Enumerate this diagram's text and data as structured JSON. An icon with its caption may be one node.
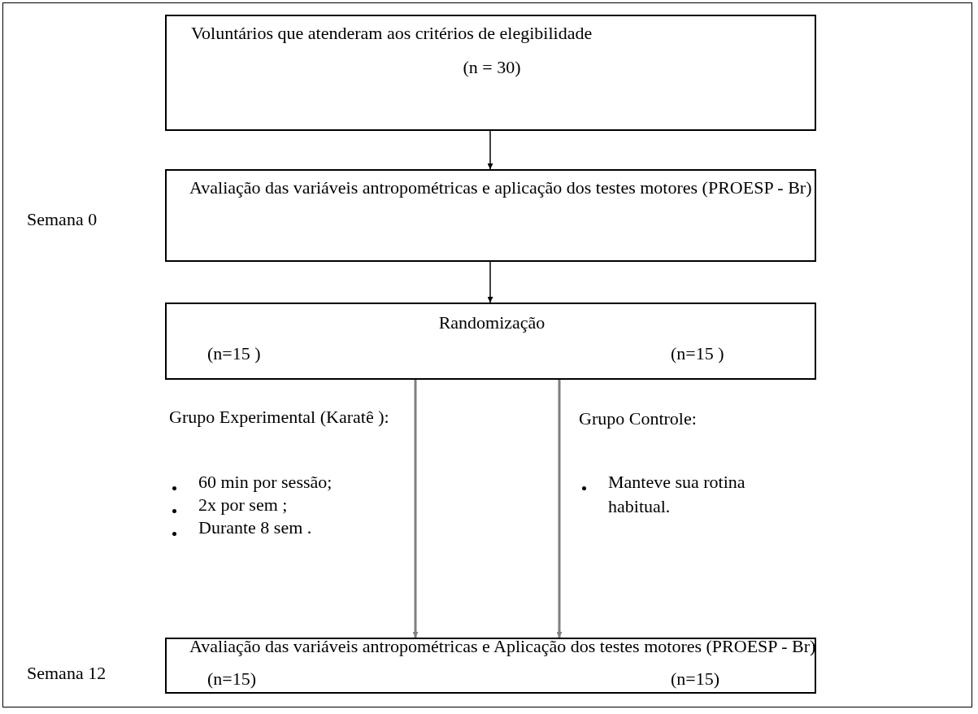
{
  "diagram": {
    "nodes": [
      {
        "text": [
          "Voluntários que atenderam aos critérios de elegibilidade",
          "(n = 30)"
        ]
      },
      {
        "text": [
          "Avaliação das variáveis antropométricas e aplicação dos testes motores (PROESP - Br)"
        ],
        "beside": [
          "Semana 0"
        ]
      },
      {
        "text": [
          "Randomização",
          "(n=15 )",
          "(n=15 )"
        ]
      },
      {
        "text": [
          "Avaliação das variáveis antropométricas e Aplicação dos testes motores (PROESP - Br)",
          "(n=15)",
          "(n=15)"
        ],
        "beside": [
          "Semana 12"
        ]
      }
    ],
    "edges": [
      {
        "from": 0,
        "to": 1,
        "arrow": "to"
      },
      {
        "from": 1,
        "to": 2,
        "arrow": "to"
      },
      {
        "from": 2,
        "to": 3,
        "arrow": "to",
        "color": "#808080"
      },
      {
        "from": 2,
        "to": 3,
        "arrow": "to",
        "color": "#808080"
      }
    ],
    "labels": [
      "Grupo Experimental (Karatê ):",
      "60 min por sessão;",
      "2x por sem ;",
      "Durante 8 sem .",
      "Grupo Controle:",
      "Manteve sua rotina habitual."
    ]
  }
}
